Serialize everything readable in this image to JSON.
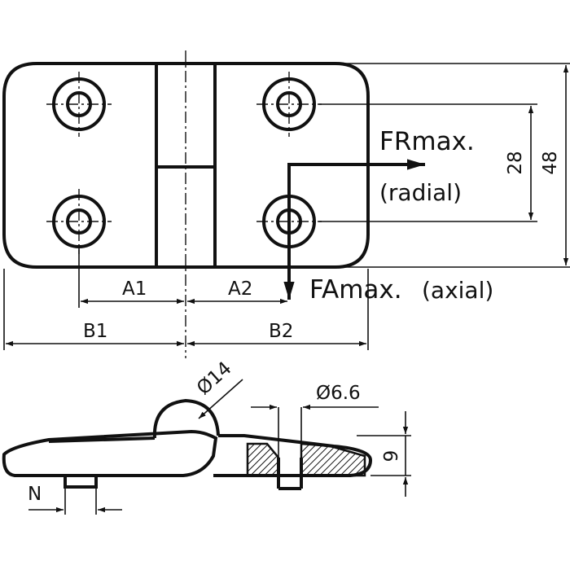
{
  "top_view": {
    "force_radial": {
      "title": "FRmax.",
      "subtitle": "(radial)"
    },
    "force_axial": {
      "title": "FAmax.",
      "subtitle": "(axial)"
    },
    "dims": {
      "a1": "A1",
      "a2": "A2",
      "b1": "B1",
      "b2": "B2",
      "hole_spacing": "28",
      "height": "48"
    }
  },
  "side_view": {
    "dims": {
      "pin_diameter": "Ø14",
      "hole_diameter": "Ø6.6",
      "thickness": "9",
      "nub": "N"
    }
  }
}
